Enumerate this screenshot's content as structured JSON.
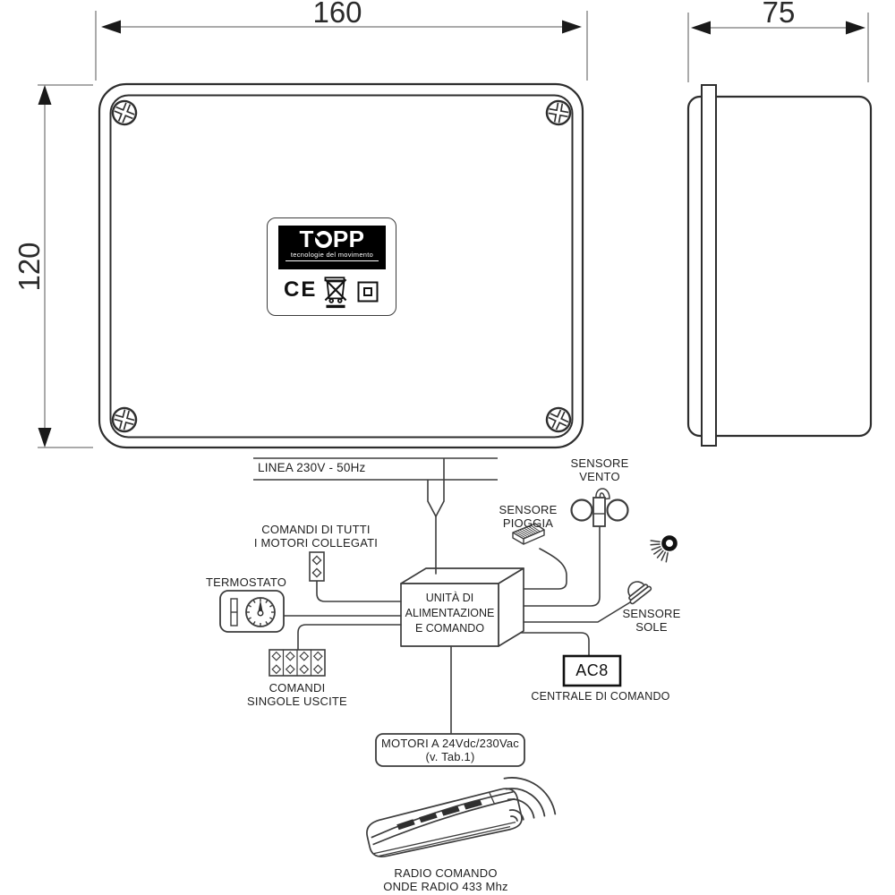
{
  "diagram": {
    "title_context": "control-box technical drawing with wiring scheme",
    "dimensions": {
      "width_label": "160",
      "height_label": "120",
      "depth_label": "75"
    },
    "plate": {
      "brand_t": "T",
      "brand_pp": "PP",
      "tagline": "tecnologie del movimento",
      "ce": "CE"
    },
    "power_line": "LINEA 230V - 50Hz",
    "nodes": {
      "unit": {
        "line1": "UNITÀ DI",
        "line2": "ALIMENTAZIONE",
        "line3": "E COMANDO"
      },
      "comandi_tutti": {
        "line1": "COMANDI DI TUTTI",
        "line2": "I MOTORI COLLEGATI"
      },
      "termostato": {
        "label": "TERMOSTATO"
      },
      "comandi_singole": {
        "line1": "COMANDI",
        "line2": "SINGOLE USCITE"
      },
      "sensore_vento": {
        "line1": "SENSORE",
        "line2": "VENTO"
      },
      "sensore_pioggia": {
        "line1": "SENSORE",
        "line2": "PIOGGIA"
      },
      "sensore_sole": {
        "line1": "SENSORE",
        "line2": "SOLE"
      },
      "ac8": {
        "label": "AC8",
        "caption": "CENTRALE DI COMANDO"
      },
      "motori": {
        "line1": "MOTORI A 24Vdc/230Vac",
        "line2": "(v. Tab.1)"
      },
      "radio": {
        "line1": "RADIO COMANDO",
        "line2": "ONDE RADIO 433 Mhz"
      }
    },
    "icons": {
      "screw": "phillips-screw-icon",
      "weee": "crossed-out-bin-weee-icon",
      "double_insulation": "double-square-insulation-icon",
      "thermostat": "thermostat-dial-icon",
      "rain": "rain-sensor-icon",
      "wind": "wind-sensor-anemometer-icon",
      "sun": "sun-icon",
      "sun_sensor": "sun-sensor-dome-icon",
      "remote": "radio-remote-icon",
      "waves": "radio-waves-icon"
    },
    "colors": {
      "line": "#3d3d3d",
      "dim_line": "#8d8d8d",
      "arrow": "#1a1a1a",
      "text": "#1f1f1f",
      "logo_bg": "#000000",
      "button_dark": "#2f2f2f"
    }
  }
}
